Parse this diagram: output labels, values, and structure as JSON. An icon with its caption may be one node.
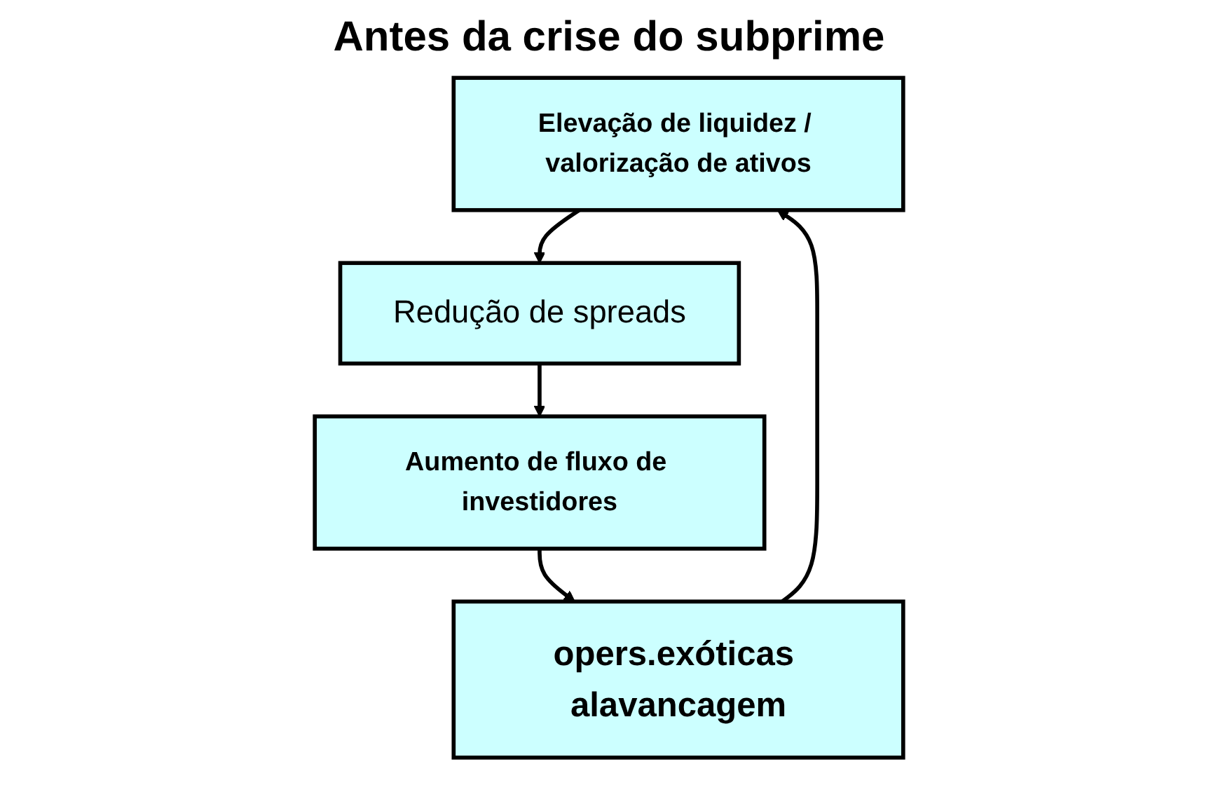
{
  "diagram": {
    "title": "Antes da crise do subprime",
    "nodes": [
      {
        "text": [
          "Elevação de liquidez / valorização de ativos"
        ]
      },
      {
        "text": [
          "Redução de spreads"
        ]
      },
      {
        "text": [
          "Aumento de fluxo de investidores"
        ]
      },
      {
        "text": [
          "opers.exóticas alavancagem"
        ]
      }
    ],
    "edges": [
      {
        "from": 0,
        "to": 1,
        "arrow": "to"
      },
      {
        "from": 1,
        "to": 2,
        "arrow": "to"
      },
      {
        "from": 2,
        "to": 3,
        "arrow": "to"
      },
      {
        "from": 3,
        "to": 0,
        "arrow": "to"
      }
    ]
  }
}
